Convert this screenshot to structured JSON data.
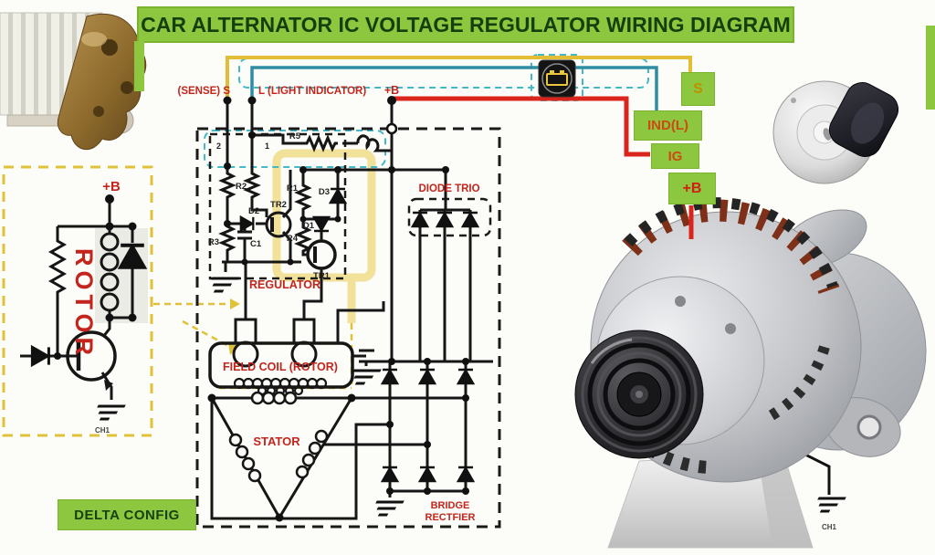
{
  "title": "CAR ALTERNATOR IC VOLTAGE REGULATOR WIRING DIAGRAM",
  "terminals": {
    "sense_s": "(SENSE) S",
    "light_l": "L (LIGHT INDICATOR)",
    "plus_b": "+B",
    "pin2": "2",
    "pin1": "1"
  },
  "regulator": {
    "label": "REGULATOR",
    "r1": "R1",
    "r2": "R2",
    "r3": "R3",
    "r4": "R4",
    "r5": "R5",
    "c1": "C1",
    "d1": "D1",
    "d2": "D2",
    "d3": "D3",
    "tr1": "TR1",
    "tr2": "TR2"
  },
  "sections": {
    "diode_trio": "DIODE TRIO",
    "field_coil": "FIELD COIL (ROTOR)",
    "stator": "STATOR",
    "bridge_line1": "BRIDGE",
    "bridge_line2": "RECTFIER",
    "delta_config": "DELTA CONFIG"
  },
  "rotor_inset": {
    "plus_b": "+B",
    "rotor": "ROTOR",
    "ground": "CH1"
  },
  "connector": {
    "s": "S",
    "ind_l": "IND(L)",
    "ig": "IG",
    "plus_b": "+B"
  },
  "alternator": {
    "ground": "CH1"
  },
  "colors": {
    "banner_green": "#8dc63f",
    "label_red": "#c3251d",
    "wire_red": "#da251d",
    "wire_yellow": "#e3bd35",
    "wire_teal": "#2f8da3",
    "dashed_yellow": "#dfc23a",
    "highlight_yellow": "#f2e198"
  }
}
